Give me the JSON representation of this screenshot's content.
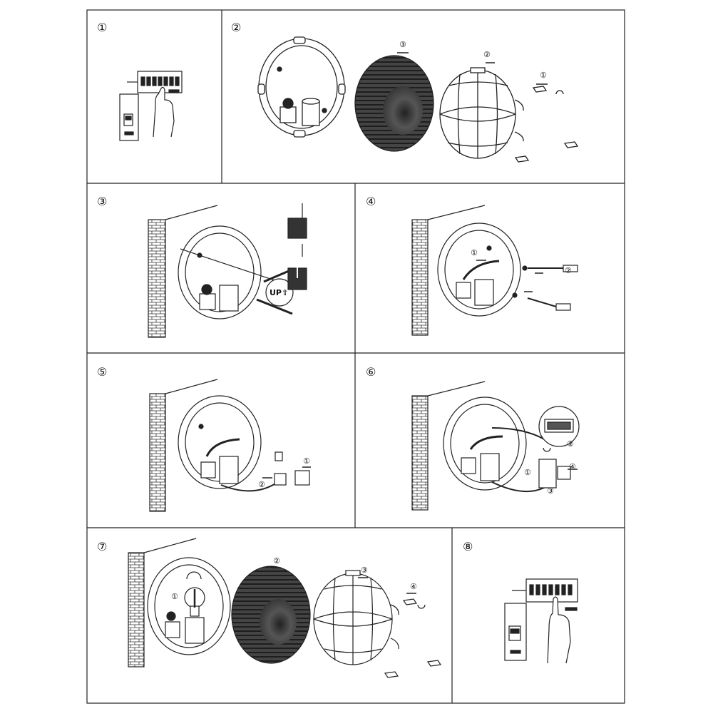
{
  "steps": [
    {
      "number": "①"
    },
    {
      "number": "②"
    },
    {
      "number": "③"
    },
    {
      "number": "④"
    },
    {
      "number": "⑤"
    },
    {
      "number": "⑥"
    },
    {
      "number": "⑦"
    },
    {
      "number": "⑧"
    }
  ],
  "callouts": {
    "s2": [
      "③",
      "②",
      "①"
    ],
    "s4": [
      "①",
      "②"
    ],
    "s5": [
      "①",
      "②"
    ],
    "s6": [
      "①",
      "②",
      "③",
      "④"
    ],
    "s7": [
      "①",
      "②",
      "③",
      "④"
    ]
  },
  "up_label": "UP⇧"
}
